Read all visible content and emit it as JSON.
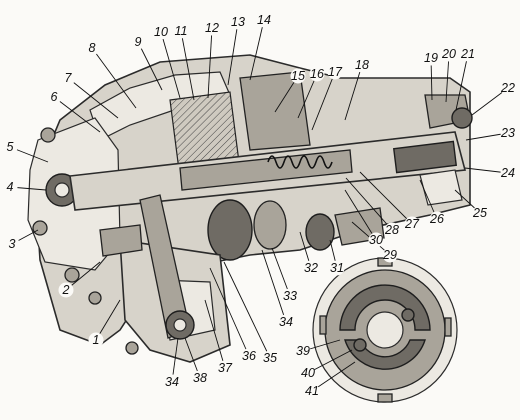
{
  "callouts": [
    {
      "label": "1"
    },
    {
      "label": "2"
    },
    {
      "label": "3"
    },
    {
      "label": "4"
    },
    {
      "label": "5"
    },
    {
      "label": "6"
    },
    {
      "label": "7"
    },
    {
      "label": "8"
    },
    {
      "label": "9"
    },
    {
      "label": "10"
    },
    {
      "label": "11"
    },
    {
      "label": "12"
    },
    {
      "label": "13"
    },
    {
      "label": "14"
    },
    {
      "label": "15"
    },
    {
      "label": "16"
    },
    {
      "label": "17"
    },
    {
      "label": "18"
    },
    {
      "label": "19"
    },
    {
      "label": "20"
    },
    {
      "label": "21"
    },
    {
      "label": "22"
    },
    {
      "label": "23"
    },
    {
      "label": "24"
    },
    {
      "label": "25"
    },
    {
      "label": "26"
    },
    {
      "label": "27"
    },
    {
      "label": "28"
    },
    {
      "label": "29"
    },
    {
      "label": "30"
    },
    {
      "label": "31"
    },
    {
      "label": "32"
    },
    {
      "label": "33"
    },
    {
      "label": "34"
    },
    {
      "label": "35"
    },
    {
      "label": "36"
    },
    {
      "label": "37"
    },
    {
      "label": "38"
    },
    {
      "label": "34"
    },
    {
      "label": "39"
    },
    {
      "label": "40"
    },
    {
      "label": "41"
    }
  ]
}
